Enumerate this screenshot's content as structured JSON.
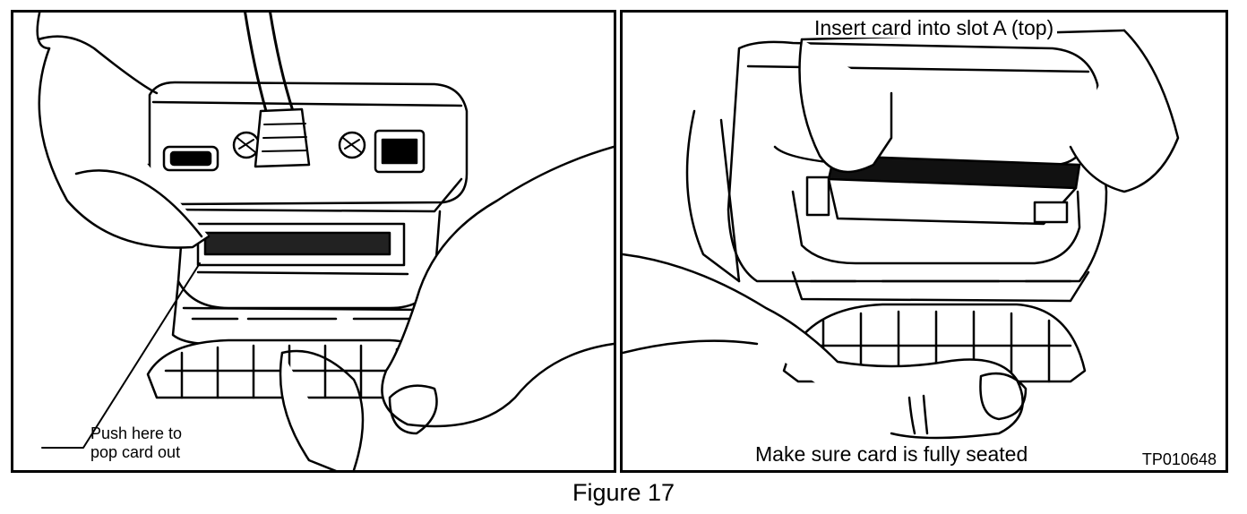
{
  "figure": {
    "caption": "Figure 17",
    "left_panel": {
      "callout": [
        "Push here to",
        "pop card out"
      ]
    },
    "right_panel": {
      "callout_top": "Insert card into slot A (top)",
      "callout_bottom": "Make sure card is fully seated",
      "code": "TP010648"
    }
  },
  "style": {
    "ink": "#000000",
    "paper": "#ffffff"
  }
}
